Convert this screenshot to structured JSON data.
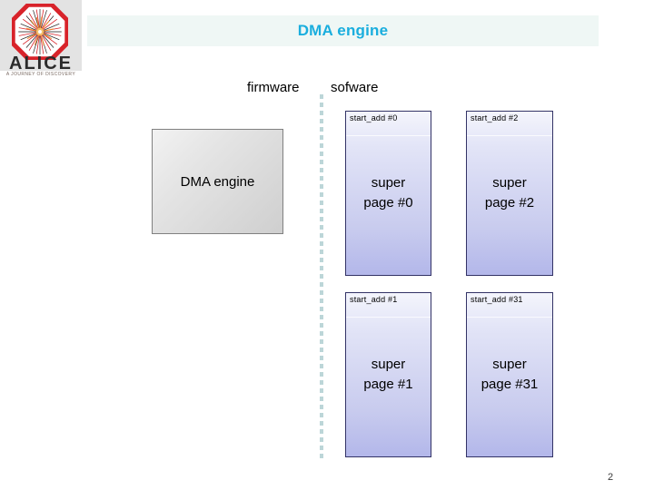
{
  "slide": {
    "title": "DMA engine",
    "page_number": "2",
    "accent_color": "#1aaede",
    "title_bar_color": "#eff7f5",
    "divider_color": "#bcd6d8"
  },
  "logo": {
    "name": "ALICE",
    "tagline": "A JOURNEY OF DISCOVERY",
    "icon": "alice-octagon-collision-logo",
    "band_color": "#e3e3e3",
    "ring_color": "#d8232a"
  },
  "columns": {
    "firmware_label": "firmware",
    "software_label": "sofware"
  },
  "firmware": {
    "block_label": "DMA engine"
  },
  "software": {
    "pages": [
      {
        "key": "p0",
        "address": "start_add #0",
        "title_line1": "super",
        "title_line2": "page #0"
      },
      {
        "key": "p2",
        "address": "start_add #2",
        "title_line1": "super",
        "title_line2": "page #2"
      },
      {
        "key": "p1",
        "address": "start_add #1",
        "title_line1": "super",
        "title_line2": "page #1"
      },
      {
        "key": "p31",
        "address": "start_add #31",
        "title_line1": "super",
        "title_line2": "page #31"
      }
    ]
  }
}
